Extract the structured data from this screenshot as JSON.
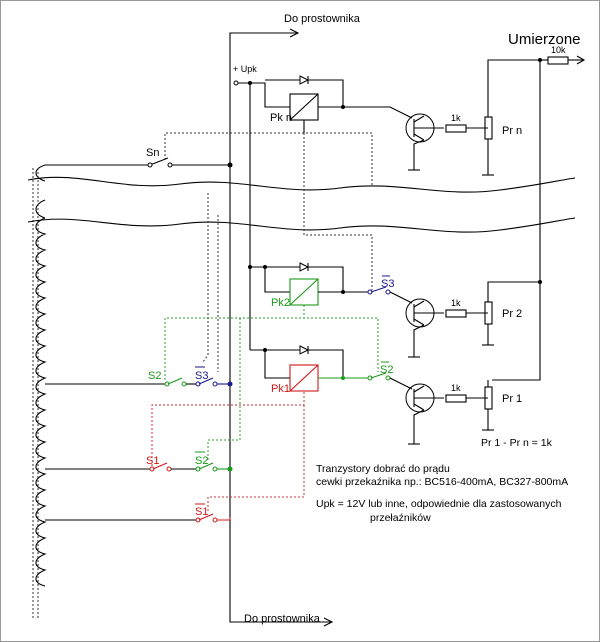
{
  "colors": {
    "wire": "#000000",
    "green": "#1a9a1a",
    "red": "#d01818",
    "blue": "#1a1a8a"
  },
  "top_label": "Do prostownika",
  "bottom_label": "Do prostownika",
  "measured_label": "Umierzone",
  "supply_label": "+ Upk",
  "resistors": {
    "top": "10k",
    "rn": "1k",
    "r2": "1k",
    "r1": "1k"
  },
  "pots": {
    "prn": "Pr n",
    "pr2": "Pr 2",
    "pr1": "Pr 1"
  },
  "relays": {
    "pkn": "Pk n",
    "pk2": "Pk2",
    "pk1": "Pk1"
  },
  "switches": {
    "sn": "Sn",
    "s2": "S2",
    "s3bar": "S3",
    "s1": "S1",
    "s2bar": "S2",
    "s1bar": "S1",
    "s3bar_right": "S3",
    "s2bar_right": "S2"
  },
  "notes": {
    "pr_range": "Pr 1 - Pr n = 1k",
    "transistors_l1": "Tranzystory dobrać do prądu",
    "transistors_l2": "cewki przekaźnika np.: BC516-400mA, BC327-800mA",
    "upk_l1": "Upk = 12V lub inne, odpowiednie dla zastosowanych",
    "upk_l2": "przełaźników"
  }
}
